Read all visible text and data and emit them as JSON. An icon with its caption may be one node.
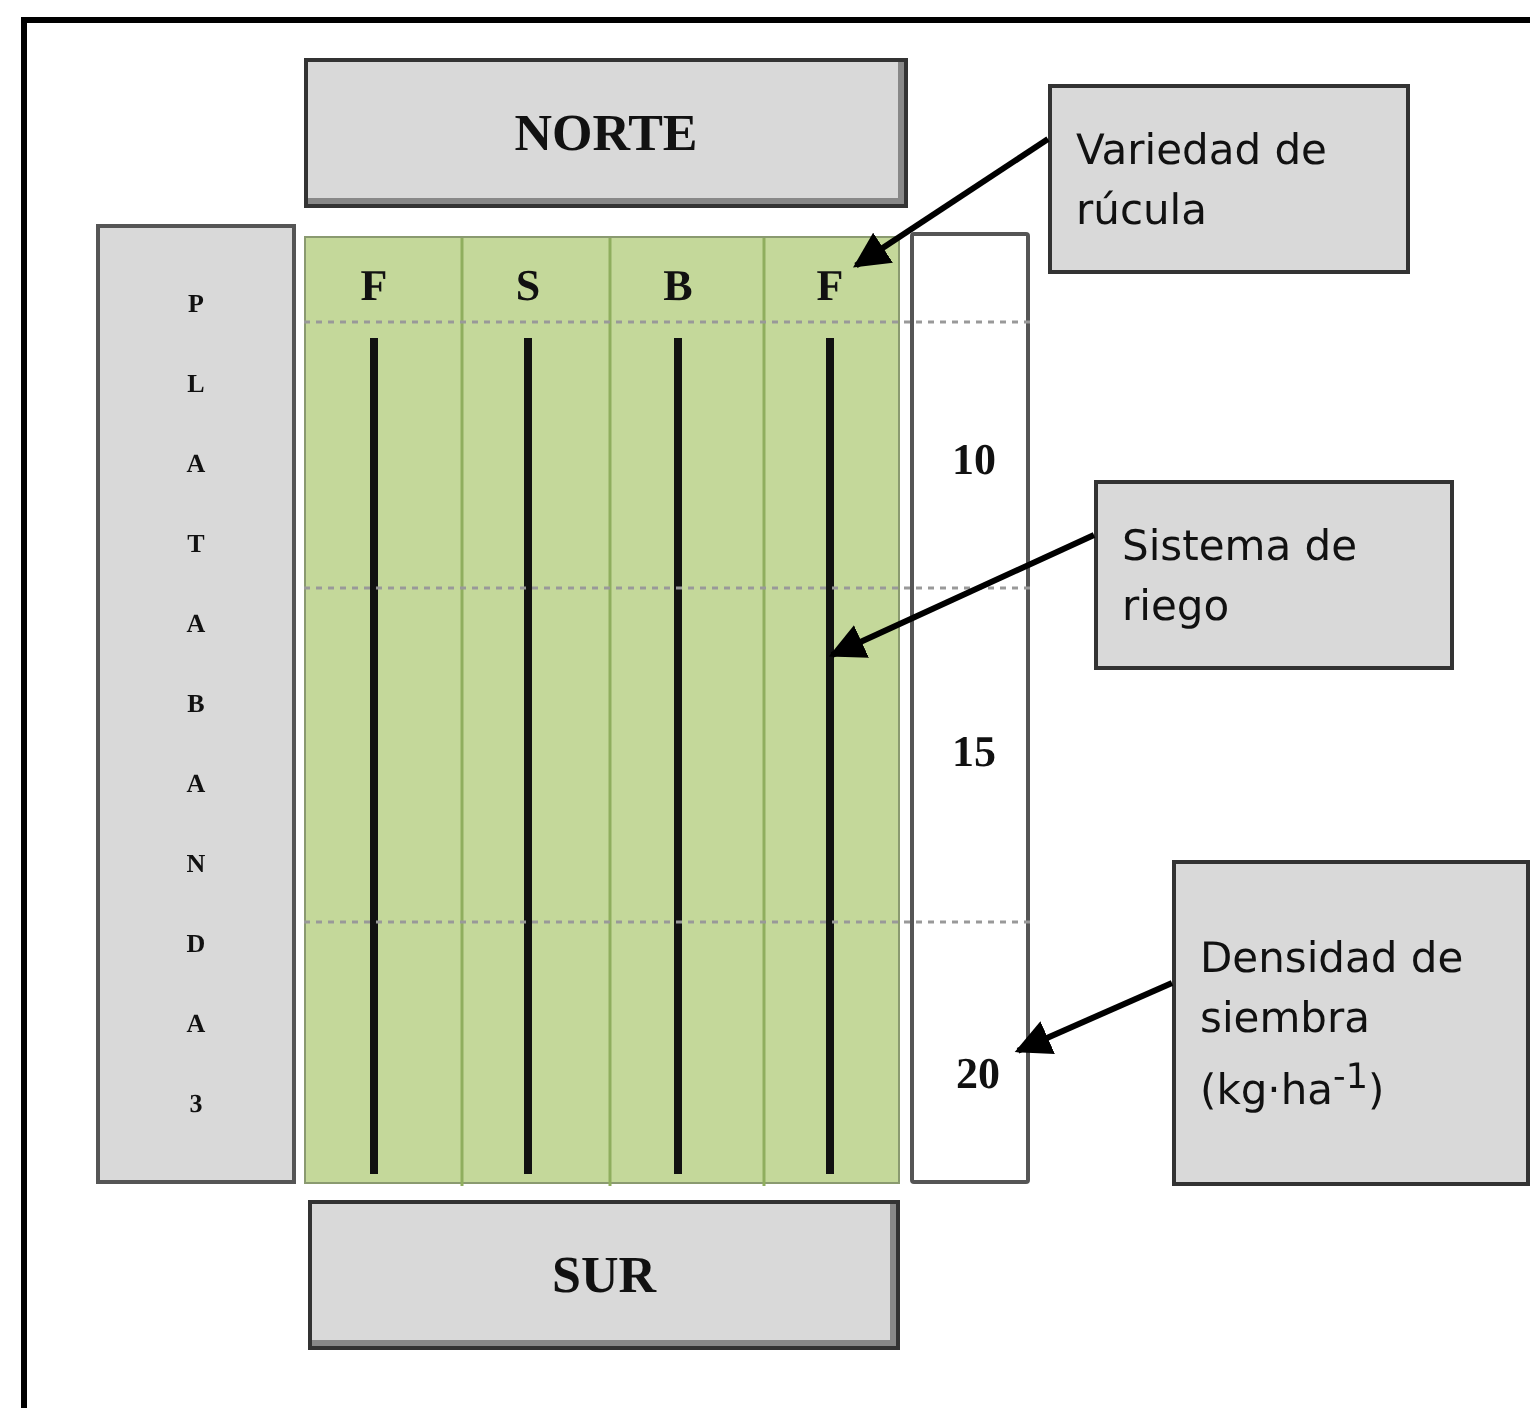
{
  "diagram": {
    "nodes": [
      {
        "text": [
          "NORTE"
        ]
      },
      {
        "text": [
          "Variedad de rúcula"
        ]
      },
      {
        "text": [
          "PLATABANDA3"
        ]
      },
      {
        "text": [],
        "shape": "box"
      },
      {
        "text": [
          "F"
        ],
        "in": 3
      },
      {
        "text": [
          "S"
        ],
        "in": 3
      },
      {
        "text": [
          "B"
        ],
        "in": 3
      },
      {
        "text": [
          "F"
        ],
        "in": 3
      },
      {
        "text": [],
        "shape": "bar",
        "in": 3
      },
      {
        "text": [],
        "shape": "bar",
        "in": 3
      },
      {
        "text": [],
        "shape": "bar",
        "in": 3
      },
      {
        "text": [],
        "shape": "bar",
        "in": 3
      },
      {
        "text": [],
        "shape": "box"
      },
      {
        "text": [
          "10"
        ],
        "in": 12
      },
      {
        "text": [
          "Sistema de riego"
        ]
      },
      {
        "text": [
          "15"
        ],
        "in": 12
      },
      {
        "text": [
          "Densidad de siembra (kg·ha$^{-1}$)"
        ]
      },
      {
        "text": [
          "20"
        ],
        "in": 12
      },
      {
        "text": [
          "SUR"
        ]
      }
    ],
    "edges": [
      {
        "from": 1,
        "to": 7,
        "arrow": "to"
      },
      {
        "from": 14,
        "to": 11,
        "arrow": "to"
      },
      {
        "from": 16,
        "to": 17,
        "arrow": "to"
      }
    ]
  }
}
